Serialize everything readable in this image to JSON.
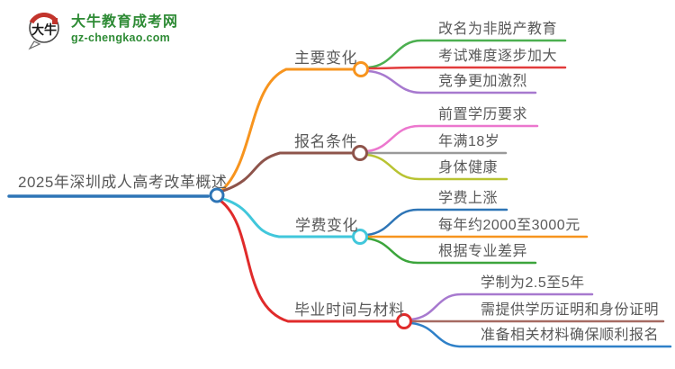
{
  "logo": {
    "title": "大牛教育成考网",
    "url": "gz-chengkao.com",
    "mark_text": "大牛",
    "brand_color": "#2e8b35",
    "seal_color": "#c2342c"
  },
  "mindmap": {
    "root": {
      "label": "2025年深圳成人高考改革概述",
      "color": "#2e75b6"
    },
    "branches": [
      {
        "label": "主要变化",
        "color": "#f7941e",
        "children": [
          {
            "label": "改名为非脱产教育",
            "color": "#4caf50"
          },
          {
            "label": "考试难度逐步加大",
            "color": "#e23b3b"
          },
          {
            "label": "竞争更加激烈",
            "color": "#a779cf"
          }
        ]
      },
      {
        "label": "报名条件",
        "color": "#8e544b",
        "children": [
          {
            "label": "前置学历要求",
            "color": "#ec77ce"
          },
          {
            "label": "年满18岁",
            "color": "#9a9a9a"
          },
          {
            "label": "身体健康",
            "color": "#b8c332"
          }
        ]
      },
      {
        "label": "学费变化",
        "color": "#41c7db",
        "children": [
          {
            "label": "学费上涨",
            "color": "#2e75b6"
          },
          {
            "label": "每年约2000至3000元",
            "color": "#f7941e"
          },
          {
            "label": "根据专业差异",
            "color": "#3ca53c"
          }
        ]
      },
      {
        "label": "毕业时间与材料",
        "color": "#e02b2b",
        "children": [
          {
            "label": "学制为2.5至5年",
            "color": "#a779cf"
          },
          {
            "label": "需提供学历证明和身份证明",
            "color": "#a66a62"
          },
          {
            "label": "准备相关材料确保顺利报名",
            "color": "#2e80c8"
          }
        ]
      }
    ]
  }
}
